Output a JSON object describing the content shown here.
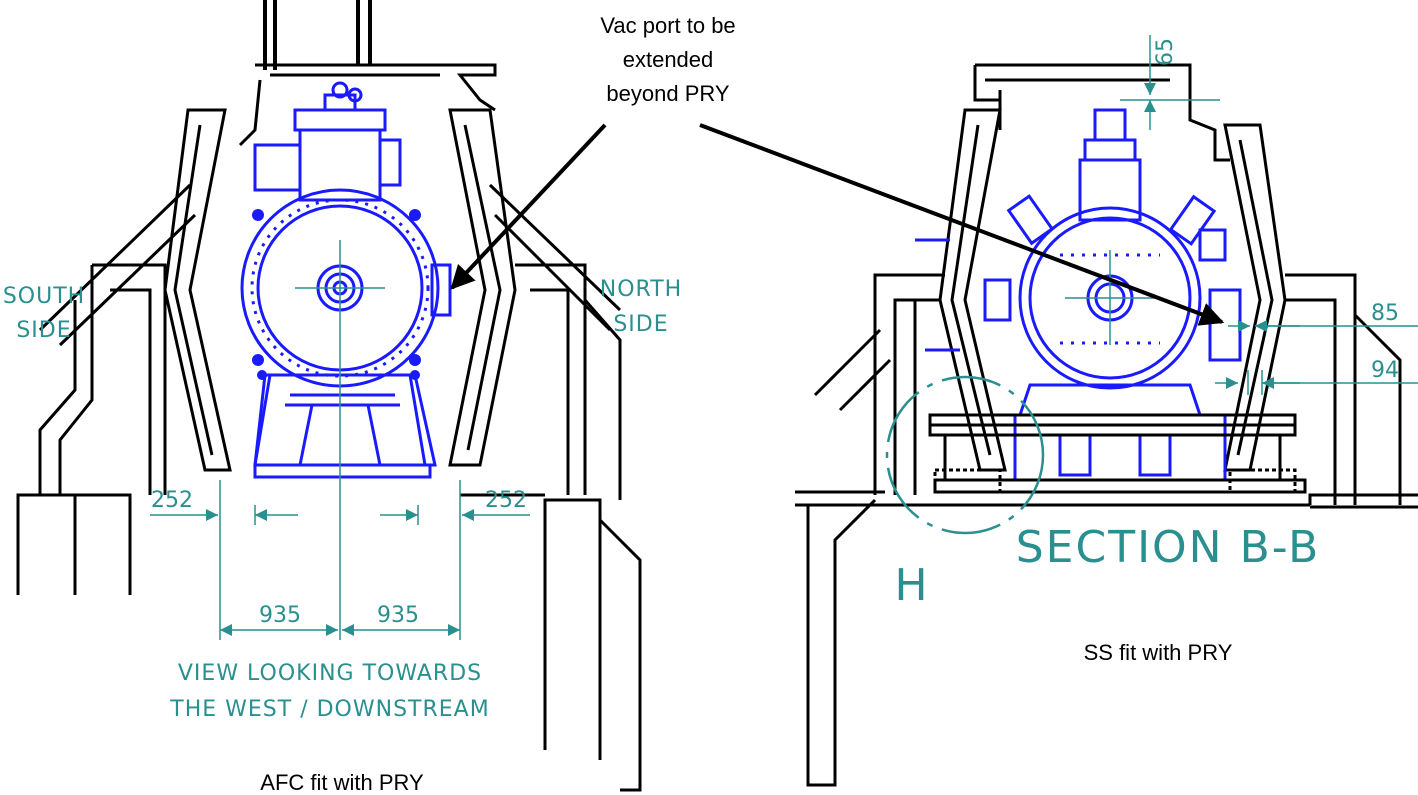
{
  "colors": {
    "structure": "#000000",
    "magnet": "#1a1aff",
    "dimension": "#2a8f8f",
    "callout": "#000000"
  },
  "annotation": {
    "line1": "Vac port to be",
    "line2": "extended",
    "line3": "beyond PRY"
  },
  "left_view": {
    "south_label_1": "SOUTH",
    "south_label_2": "SIDE",
    "north_label_1": "NORTH",
    "north_label_2": "SIDE",
    "dim_gap_left": "252",
    "dim_gap_right": "252",
    "dim_half_left": "935",
    "dim_half_right": "935",
    "view_line_1": "VIEW LOOKING TOWARDS",
    "view_line_2": "THE WEST / DOWNSTREAM",
    "caption": "AFC fit with PRY"
  },
  "right_view": {
    "dim_top": "65",
    "dim_mid": "85",
    "dim_low": "94",
    "section_title": "SECTION B-B",
    "detail_label": "H",
    "caption": "SS fit with PRY"
  }
}
